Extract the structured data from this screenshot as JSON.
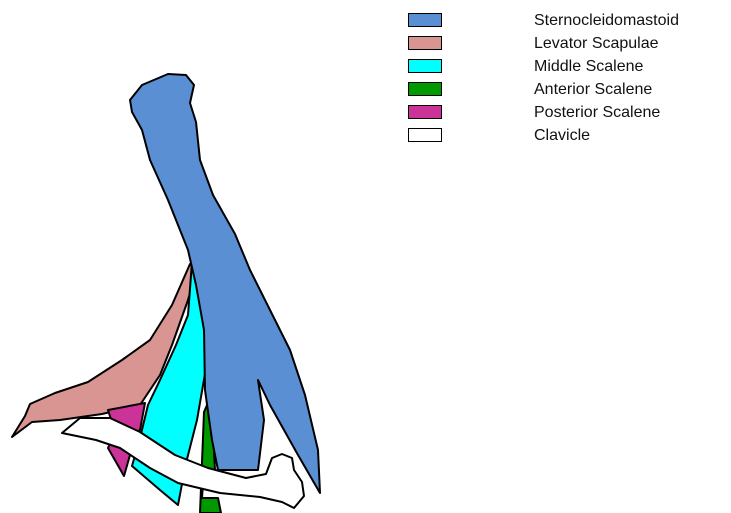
{
  "legend": {
    "items": [
      {
        "label": "Sternocleidomastoid",
        "color": "#5B8FD4"
      },
      {
        "label": "Levator Scapulae",
        "color": "#D99592"
      },
      {
        "label": "Middle Scalene",
        "color": "#00FFFF"
      },
      {
        "label": "Anterior Scalene",
        "color": "#009900"
      },
      {
        "label": "Posterior Scalene",
        "color": "#CC3399"
      },
      {
        "label": "Clavicle",
        "color": "#FFFFFF"
      }
    ]
  }
}
